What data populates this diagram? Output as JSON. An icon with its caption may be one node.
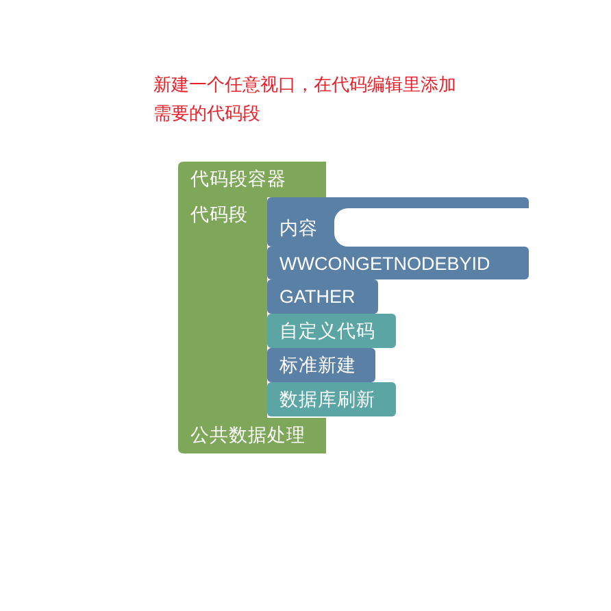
{
  "diagram": {
    "title": "新建一个任意视口，在代码编辑里添加需要的代码段",
    "nodes": [
      {
        "text": [
          "代码段容器",
          "代码段",
          "公共数据处理"
        ]
      },
      {
        "text": [
          "内容"
        ]
      },
      {
        "text": [
          "WWCONGETNODEBYID"
        ]
      },
      {
        "text": [
          "GATHER"
        ]
      },
      {
        "text": [
          "自定义代码"
        ]
      },
      {
        "text": [
          "标准新建"
        ]
      },
      {
        "text": [
          "数据库刷新"
        ]
      }
    ]
  }
}
